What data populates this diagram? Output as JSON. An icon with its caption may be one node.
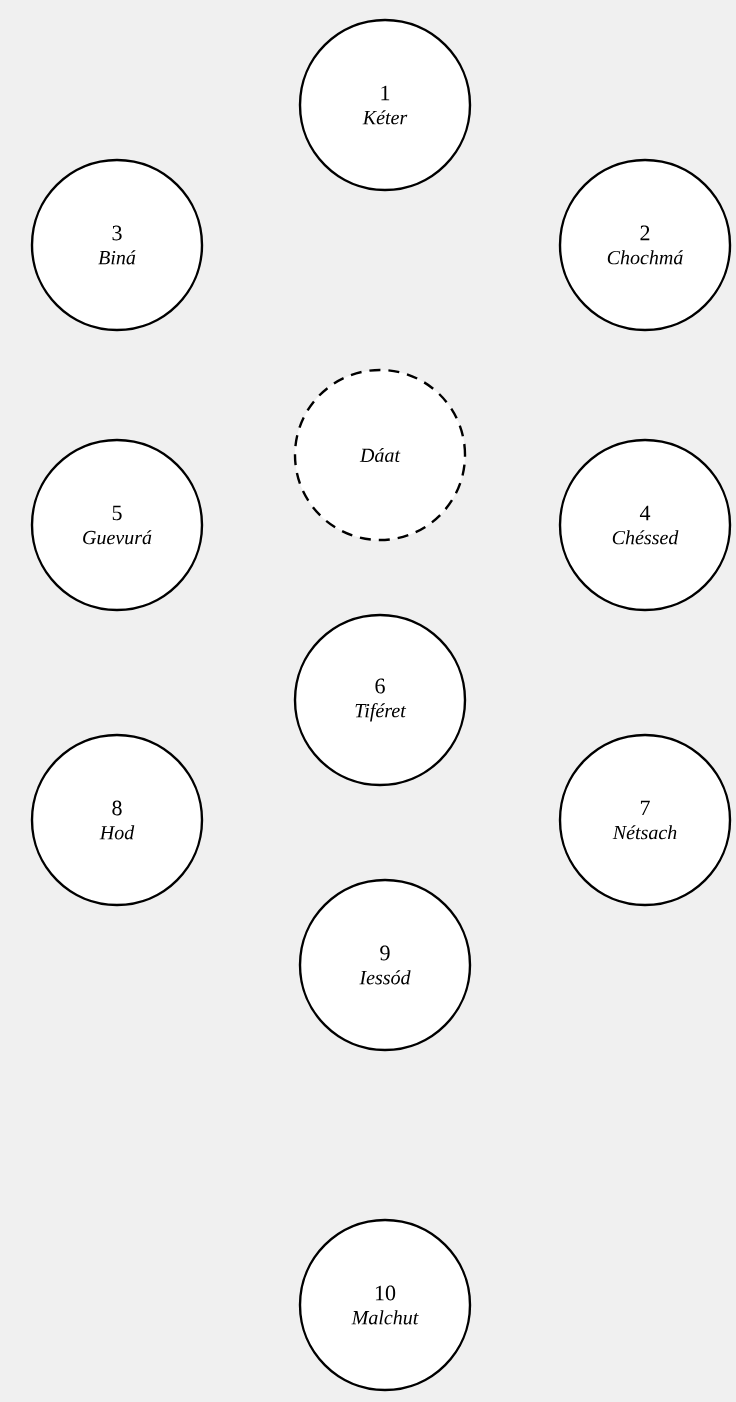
{
  "diagram": {
    "nodes": [
      {
        "text": [
          "1",
          "Kéter"
        ]
      },
      {
        "text": [
          "3",
          "Biná"
        ]
      },
      {
        "text": [
          "2",
          "Chochmá"
        ]
      },
      {
        "text": [
          "Dáat"
        ]
      },
      {
        "text": [
          "5",
          "Guevurá"
        ]
      },
      {
        "text": [
          "4",
          "Chéssed"
        ]
      },
      {
        "text": [
          "6",
          "Tiféret"
        ]
      },
      {
        "text": [
          "8",
          "Hod"
        ]
      },
      {
        "text": [
          "7",
          "Nétsach"
        ]
      },
      {
        "text": [
          "9",
          "Iessód"
        ]
      },
      {
        "text": [
          "10",
          "Malchut"
        ]
      }
    ]
  }
}
